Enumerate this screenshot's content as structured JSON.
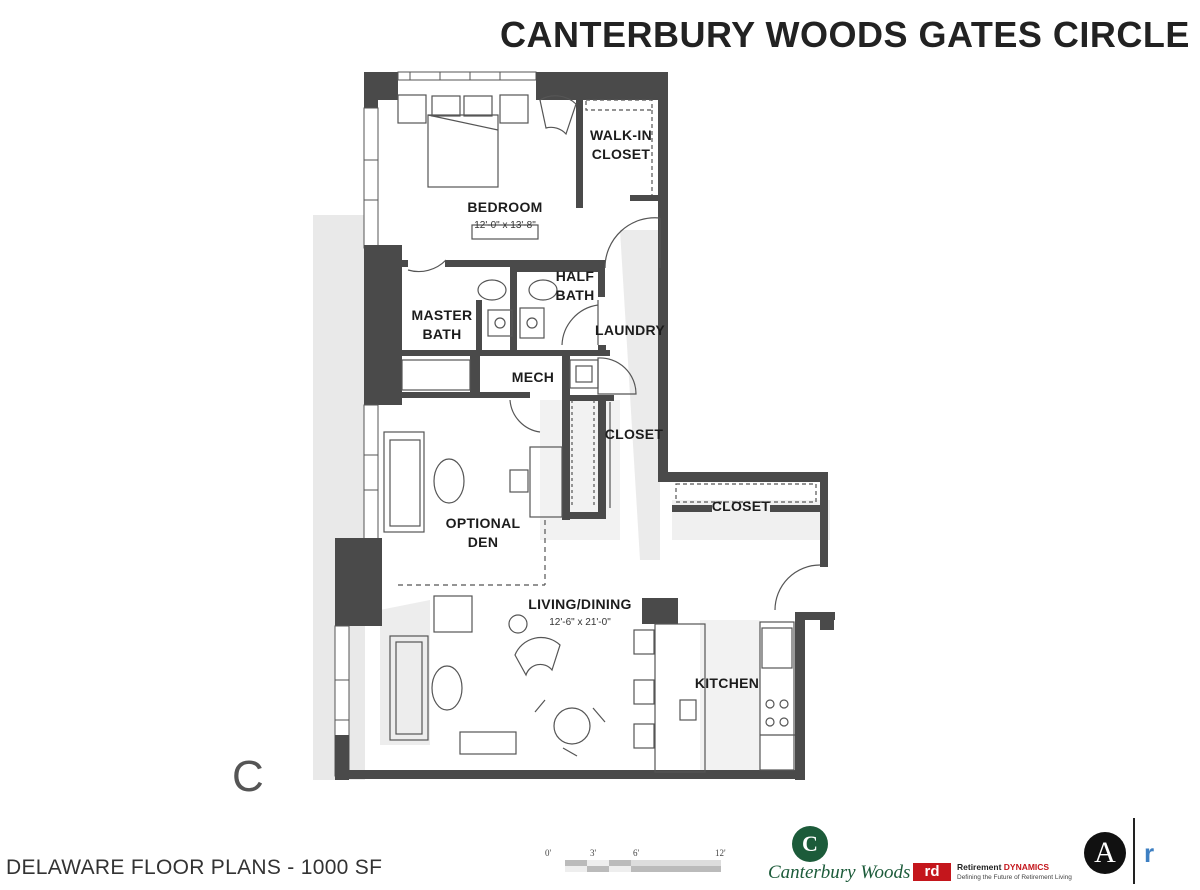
{
  "header": {
    "title": "CANTERBURY WOODS GATES CIRCLE"
  },
  "plan": {
    "unit_letter": "C",
    "rooms": [
      {
        "id": "walkin",
        "label": [
          "WALK-IN",
          "CLOSET"
        ]
      },
      {
        "id": "bedroom",
        "label": [
          "BEDROOM"
        ],
        "dims": "12'-0\" x 13'-8\""
      },
      {
        "id": "halfbath",
        "label": [
          "HALF",
          "BATH"
        ]
      },
      {
        "id": "masterbath",
        "label": [
          "MASTER",
          "BATH"
        ]
      },
      {
        "id": "laundry",
        "label": [
          "LAUNDRY"
        ]
      },
      {
        "id": "mech",
        "label": [
          "MECH"
        ]
      },
      {
        "id": "closet1",
        "label": [
          "CLOSET"
        ]
      },
      {
        "id": "closet2",
        "label": [
          "CLOSET"
        ]
      },
      {
        "id": "den",
        "label": [
          "OPTIONAL",
          "DEN"
        ]
      },
      {
        "id": "living",
        "label": [
          "LIVING/DINING"
        ],
        "dims": "12'-6\" x 21'-0\""
      },
      {
        "id": "kitchen",
        "label": [
          "KITCHEN"
        ]
      }
    ]
  },
  "footer": {
    "plan_name": "DELAWARE FLOOR PLANS - 1000 SF",
    "scale_ticks": [
      "0'",
      "3'",
      "6'",
      "12'"
    ]
  },
  "logos": {
    "canterbury_emblem": "C",
    "canterbury_name": "Canterbury Woods",
    "rd_mark": "rd",
    "rd_name_a": "Retirement ",
    "rd_name_b": "DYNAMICS",
    "rd_tagline": "Defining the Future of Retirement Living",
    "a_mark": "A",
    "r_mark": "r"
  },
  "colors": {
    "wall": "#4a4a4a",
    "shadow": "#e8e8e8",
    "line": "#555555",
    "brand_green": "#1c5b3a",
    "brand_red": "#c4161c",
    "brand_blue": "#3d7fc2"
  }
}
